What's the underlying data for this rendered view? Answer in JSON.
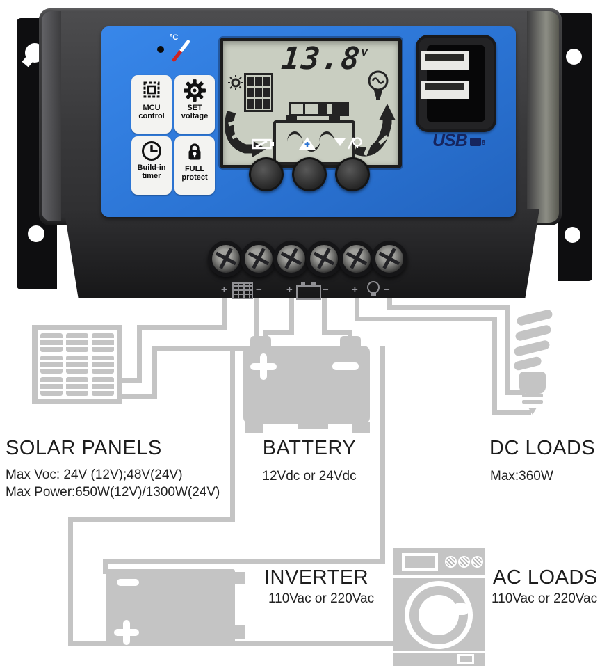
{
  "device": {
    "lcd": {
      "voltage": "13.8",
      "unit": "V"
    },
    "temp_label": "°C",
    "badges": [
      {
        "line1": "MCU",
        "line2": "control"
      },
      {
        "line1": "SET",
        "line2": "voltage"
      },
      {
        "line1": "Build-in",
        "line2": "timer"
      },
      {
        "line1": "FULL",
        "line2": "protect"
      }
    ],
    "usb": {
      "label": "USB",
      "mark": "8"
    },
    "terminals": {
      "plus": "+",
      "minus": "−"
    }
  },
  "diagram": {
    "solar": {
      "title": "SOLAR PANELS",
      "spec1": "Max Voc: 24V (12V);48V(24V)",
      "spec2": "Max Power:650W(12V)/1300W(24V)"
    },
    "battery": {
      "title": "BATTERY",
      "spec1": "12Vdc or 24Vdc"
    },
    "dc_loads": {
      "title": "DC LOADS",
      "spec1": "Max:360W"
    },
    "inverter": {
      "title": "INVERTER",
      "spec1": "110Vac or 220Vac"
    },
    "ac_loads": {
      "title": "AC LOADS",
      "spec1": "110Vac or 220Vac"
    }
  },
  "colors": {
    "panel_blue": "#2b74d4",
    "body_gray": "#39393b",
    "wire_gray": "#c4c4c4",
    "lcd_bg": "#c9cec1",
    "usb_logo_navy": "#16255e",
    "badge_white": "#f3f3f1",
    "thermo_red": "#cc2222"
  }
}
